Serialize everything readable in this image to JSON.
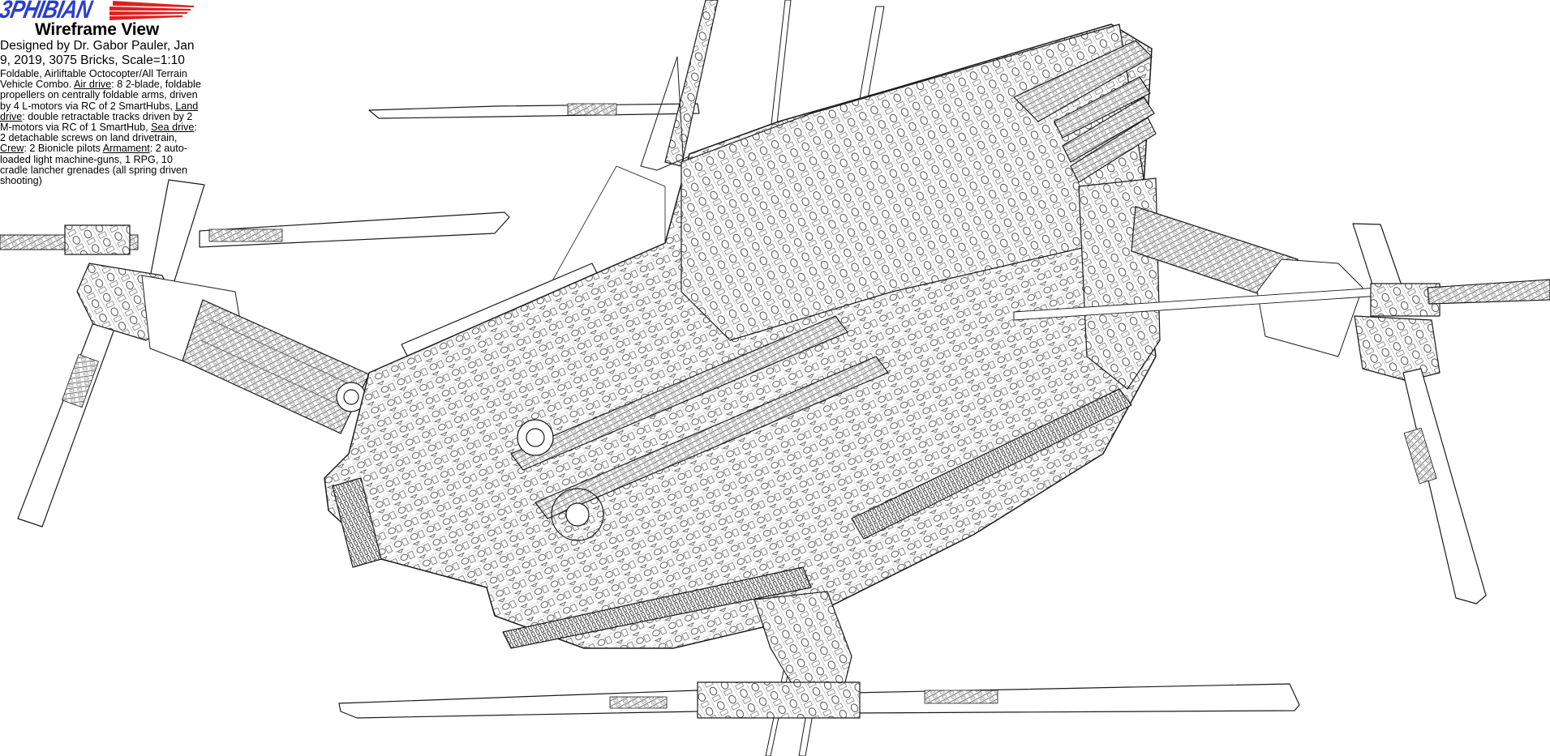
{
  "logo": {
    "text": "3PHIBIAN",
    "color": "#2a3ecf",
    "stripe_color": "#e02020"
  },
  "title": "Wireframe View",
  "subtitle": "Designed by Dr. Gabor Pauler, Jan 9, 2019, 3075 Bricks, Scale=1:10",
  "description": {
    "intro": "Foldable, Airliftable Octocopter/All Terrain Vehicle Combo. ",
    "sections": [
      {
        "label": "Air drive",
        "text": ": 8 2-blade, foldable propellers on centrally foldable arms, driven by 4 L-motors via RC of 2 SmartHubs, "
      },
      {
        "label": "Land drive",
        "text": ": double retractable tracks driven by 2 M-motors via RC of 1 SmartHub, "
      },
      {
        "label": "Sea drive",
        "text": ": 2 detachable screws on land drivetrain, "
      },
      {
        "label": "Crew",
        "text": ": 2 Bionicle pilots "
      },
      {
        "label": "Armament",
        "text": ": 2 auto-loaded light machine-guns, 1 RPG, 10 cradle lancher grenades (all spring driven shooting)"
      }
    ]
  },
  "drawing": {
    "subject": "octocopter-atv-wireframe",
    "line_color": "#1a1a1a",
    "fill_color": "#ffffff",
    "ghost_color": "#9a9a9a"
  }
}
